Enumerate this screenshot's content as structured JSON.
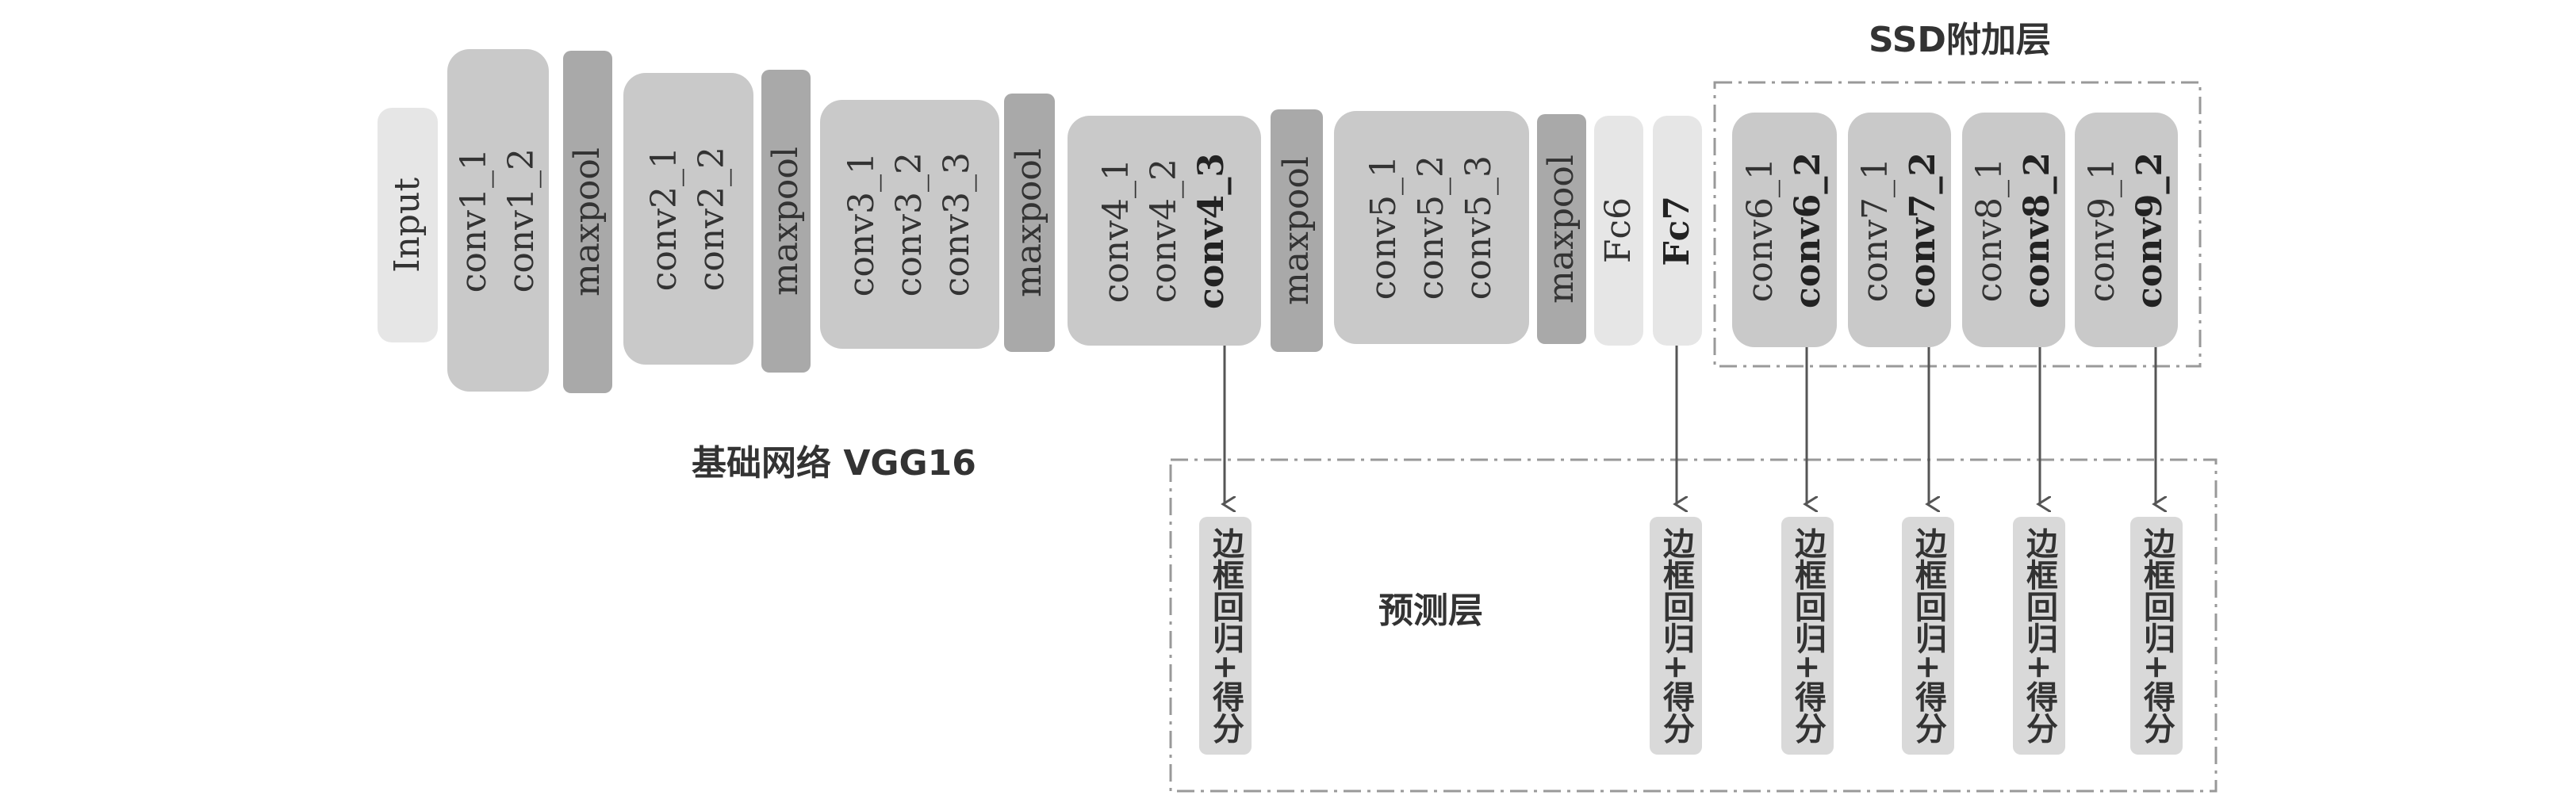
{
  "labels": {
    "ssd_extra": "SSD附加层",
    "base_net": "基础网络 VGG16",
    "prediction": "预测层"
  },
  "base_blocks": {
    "input": [
      "Input"
    ],
    "conv1": [
      "conv1_1",
      "conv1_2"
    ],
    "pool1": [
      "maxpool"
    ],
    "conv2": [
      "conv2_1",
      "conv2_2"
    ],
    "pool2": [
      "maxpool"
    ],
    "conv3": [
      "conv3_1",
      "conv3_2",
      "conv3_3"
    ],
    "pool3": [
      "maxpool"
    ],
    "conv4": [
      "conv4_1",
      "conv4_2",
      "conv4_3"
    ],
    "pool4": [
      "maxpool"
    ],
    "conv5": [
      "conv5_1",
      "conv5_2",
      "conv5_3"
    ],
    "pool5": [
      "maxpool"
    ],
    "fc6": [
      "Fc6"
    ],
    "fc7": [
      "Fc7"
    ]
  },
  "extra_blocks": {
    "conv6": [
      "conv6_1",
      "conv6_2"
    ],
    "conv7": [
      "conv7_1",
      "conv7_2"
    ],
    "conv8": [
      "conv8_1",
      "conv8_2"
    ],
    "conv9": [
      "conv9_1",
      "conv9_2"
    ]
  },
  "prediction_text": "边框回归+得分"
}
